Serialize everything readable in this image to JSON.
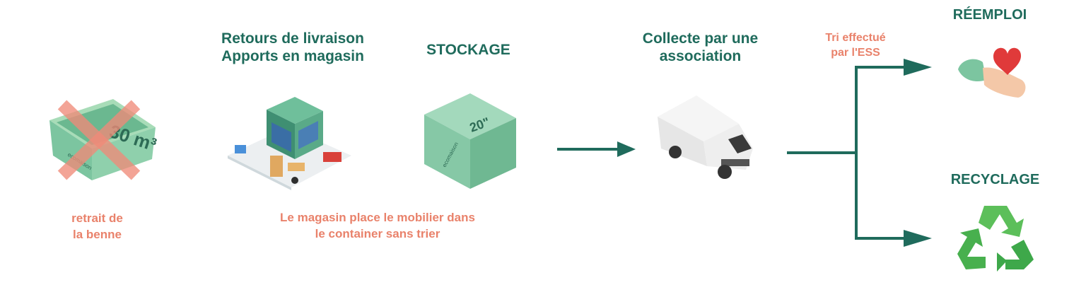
{
  "steps": {
    "benne": {
      "lines": [
        "retrait de",
        "la benne"
      ],
      "badge": "30 m³",
      "brand": "ecomaison"
    },
    "retours": {
      "lines": [
        "Retours de livraison",
        "Apports en magasin"
      ]
    },
    "stockage": {
      "label": "STOCKAGE",
      "container_text": "20\"",
      "brand": "ecomaison"
    },
    "magasin_note": {
      "lines": [
        "Le magasin place le mobilier dans",
        "le container sans trier"
      ]
    },
    "collecte": {
      "lines": [
        "Collecte par une",
        "association"
      ]
    },
    "tri": {
      "lines": [
        "Tri effectué",
        "par l'ESS"
      ]
    },
    "reemploi": {
      "label": "RÉEMPLOI"
    },
    "recyclage": {
      "label": "RECYCLAGE"
    }
  },
  "icons": [
    "dumpster-icon",
    "cross-icon",
    "store-icon",
    "container-icon",
    "van-icon",
    "hand-heart-icon",
    "recycle-icon",
    "arrow-icon"
  ],
  "colors": {
    "green": "#1f6b5c",
    "salmon": "#e9826b",
    "container": "#7cc5a0",
    "recycle": "#4caf50"
  }
}
